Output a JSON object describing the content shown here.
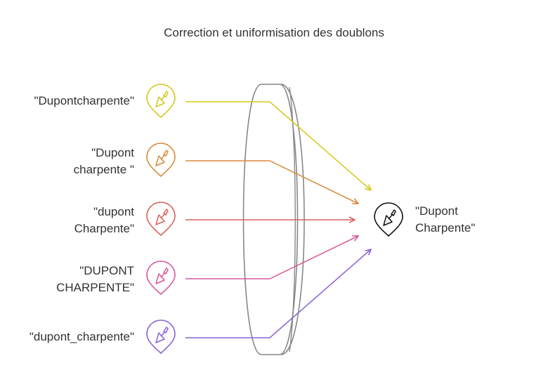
{
  "title": "Correction et uniformisation des doublons",
  "inputs": [
    {
      "label": "\"Dupontcharpente\"",
      "color": "#d6c81a"
    },
    {
      "label": "\"Dupont\ncharpente \"",
      "color": "#d98a3a"
    },
    {
      "label": "\"dupont\nCharpente\"",
      "color": "#d9625a"
    },
    {
      "label": "\"DUPONT\nCHARPENTE\"",
      "color": "#d65a9e"
    },
    {
      "label": "\"dupont_charpente\"",
      "color": "#8a62d6"
    }
  ],
  "output": {
    "label": "\"Dupont\nCharpente\"",
    "color": "#111111"
  },
  "icon": "trowel-pin-icon",
  "colors": {
    "lens": "#888888",
    "text": "#333333"
  }
}
